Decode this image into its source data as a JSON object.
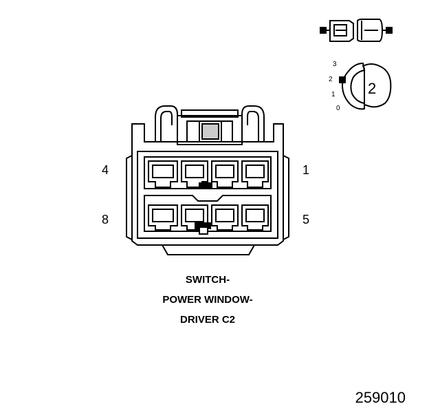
{
  "pin_labels": {
    "top_left": "4",
    "top_right": "1",
    "bottom_left": "8",
    "bottom_right": "5"
  },
  "caption": {
    "line1": "SWITCH-",
    "line2": "POWER WINDOW-",
    "line3": "DRIVER C2"
  },
  "reference_number": "259010",
  "key_indicator": {
    "number": "2",
    "scale": [
      "3",
      "2",
      "1",
      "0"
    ]
  }
}
